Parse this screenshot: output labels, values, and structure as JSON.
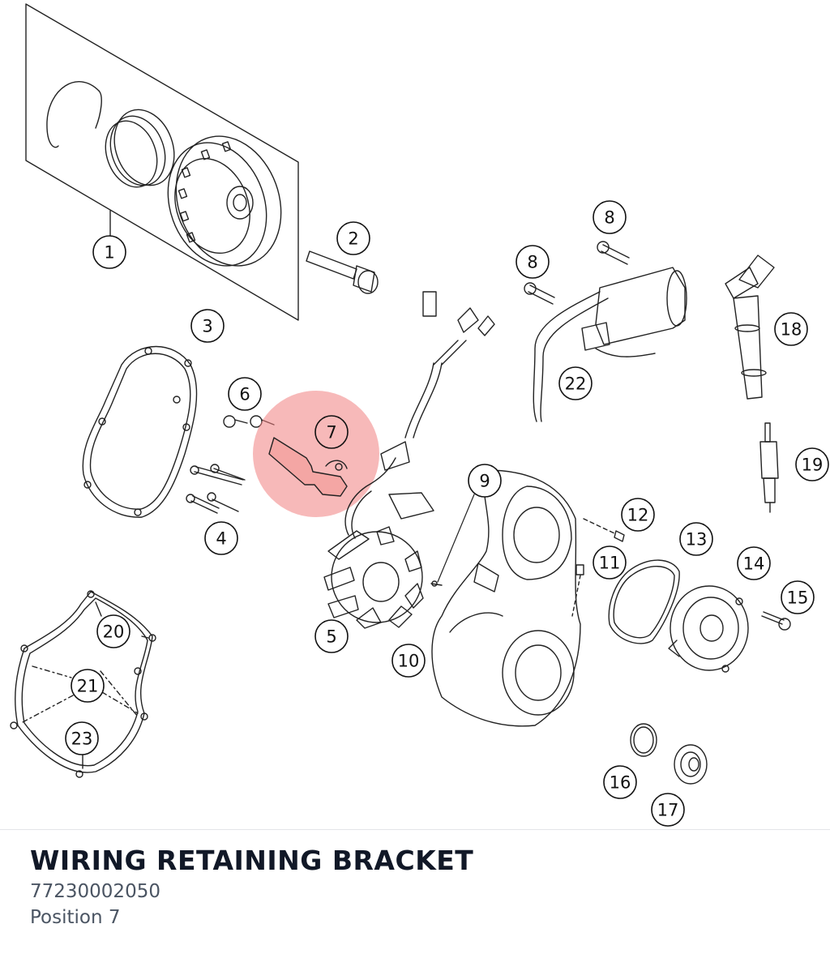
{
  "diagram": {
    "highlight_color": "#f08080",
    "callouts": [
      {
        "label": "1"
      },
      {
        "label": "2"
      },
      {
        "label": "3"
      },
      {
        "label": "4"
      },
      {
        "label": "5"
      },
      {
        "label": "6"
      },
      {
        "label": "7",
        "highlighted": true
      },
      {
        "label": "8"
      },
      {
        "label": "8"
      },
      {
        "label": "9"
      },
      {
        "label": "10"
      },
      {
        "label": "11"
      },
      {
        "label": "12"
      },
      {
        "label": "13"
      },
      {
        "label": "14"
      },
      {
        "label": "15"
      },
      {
        "label": "16"
      },
      {
        "label": "17"
      },
      {
        "label": "18"
      },
      {
        "label": "19"
      },
      {
        "label": "20"
      },
      {
        "label": "21"
      },
      {
        "label": "22"
      },
      {
        "label": "23"
      }
    ]
  },
  "part": {
    "title": "WIRING RETAINING BRACKET",
    "number": "77230002050",
    "position": "Position 7"
  }
}
